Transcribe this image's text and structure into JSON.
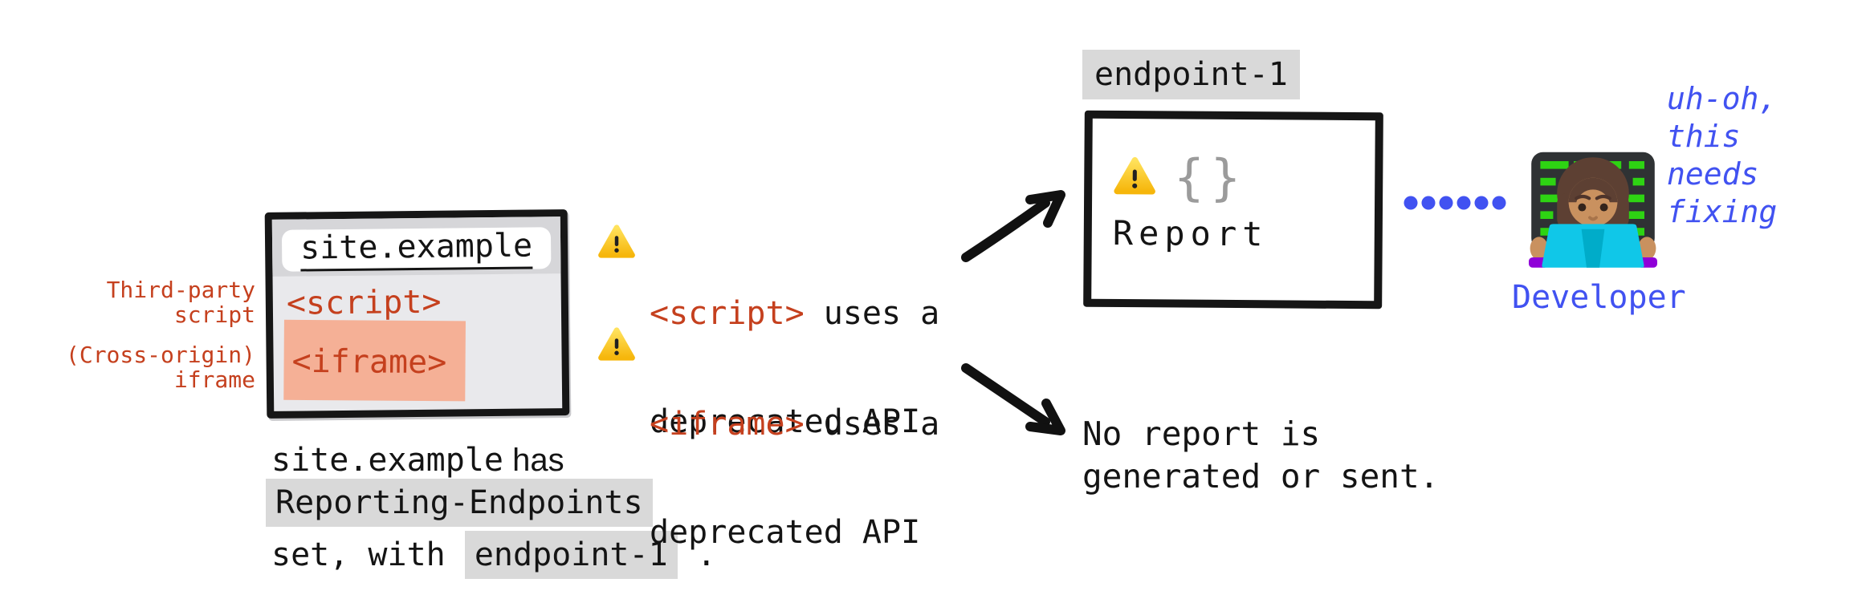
{
  "palette": {
    "code_red": "#c5401e",
    "highlight_gray": "#d9d9d9",
    "iframe_salmon": "#f5b096",
    "window_body_gray": "#e9e9ec",
    "window_topbar_gray": "#d6d6d9",
    "ink_black": "#161616",
    "accent_blue": "#4152f1",
    "warning_yellow": "#f9c513",
    "brace_gray": "#9b9b9b"
  },
  "site_window": {
    "domain": "site.example",
    "script_tag": "<script>",
    "iframe_tag": "<iframe>"
  },
  "side_labels": {
    "third_party": "Third-party\nscript",
    "cross_origin": "(Cross-origin)\niframe"
  },
  "caption": {
    "domain": "site.example",
    "after_domain": " has",
    "header_name": "Reporting-Endpoints",
    "line3_pre": "set, with ",
    "endpoint_name": "endpoint-1",
    "line3_post": " ."
  },
  "warnings": {
    "script": {
      "tag": "<script>",
      "rest": " uses a",
      "line2": "deprecated API"
    },
    "iframe": {
      "tag": "<iframe>",
      "rest": " uses a",
      "line2": "deprecated API"
    }
  },
  "endpoint_box": {
    "label": "endpoint-1",
    "braces": "{}",
    "report": "Report"
  },
  "no_report": {
    "text": "No report is\ngenerated or sent."
  },
  "developer": {
    "label": "Developer",
    "thought": "uh-oh,\nthis\nneeds\nfixing"
  }
}
